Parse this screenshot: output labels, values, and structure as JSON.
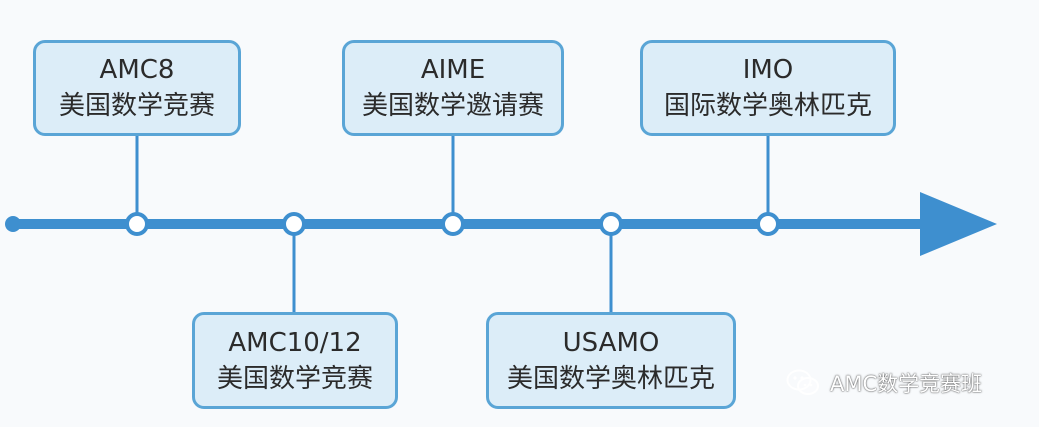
{
  "colors": {
    "line": "#3e8fcf",
    "box_fill": "#dcedf8",
    "box_border": "#5aa5d6",
    "node_fill": "#ffffff",
    "text": "#2b2b2b"
  },
  "events": [
    {
      "id": "amc8",
      "title": "AMC8",
      "subtitle": "美国数学竞赛",
      "position": "above"
    },
    {
      "id": "amc10-12",
      "title": "AMC10/12",
      "subtitle": "美国数学竞赛",
      "position": "below"
    },
    {
      "id": "aime",
      "title": "AIME",
      "subtitle": "美国数学邀请赛",
      "position": "above"
    },
    {
      "id": "usamo",
      "title": "USAMO",
      "subtitle": "美国数学奥林匹克",
      "position": "below"
    },
    {
      "id": "imo",
      "title": "IMO",
      "subtitle": "国际数学奥林匹克",
      "position": "above"
    }
  ],
  "watermark": {
    "icon": "wechat-icon",
    "text": "AMC数学竞赛班"
  }
}
